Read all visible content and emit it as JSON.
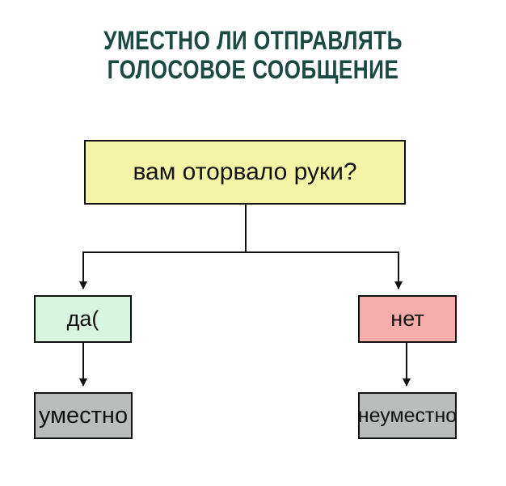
{
  "title": {
    "line1": "УМЕСТНО ЛИ ОТПРАВЛЯТЬ",
    "line2": "ГОЛОСОВОЕ СООБЩЕНИЕ",
    "color": "#1b4a43"
  },
  "flowchart": {
    "question": {
      "label": "вам оторвало руки?",
      "fill": "#f5f3a6"
    },
    "branch_yes": {
      "label": "да(",
      "fill": "#daf5de"
    },
    "branch_no": {
      "label": "нет",
      "fill": "#f5acaa"
    },
    "outcome_appropriate": {
      "label": "уместно",
      "fill": "#b9bdbc"
    },
    "outcome_inappropriate": {
      "label": "неуместно",
      "fill": "#b9bdbc"
    },
    "line_color": "#111111"
  }
}
